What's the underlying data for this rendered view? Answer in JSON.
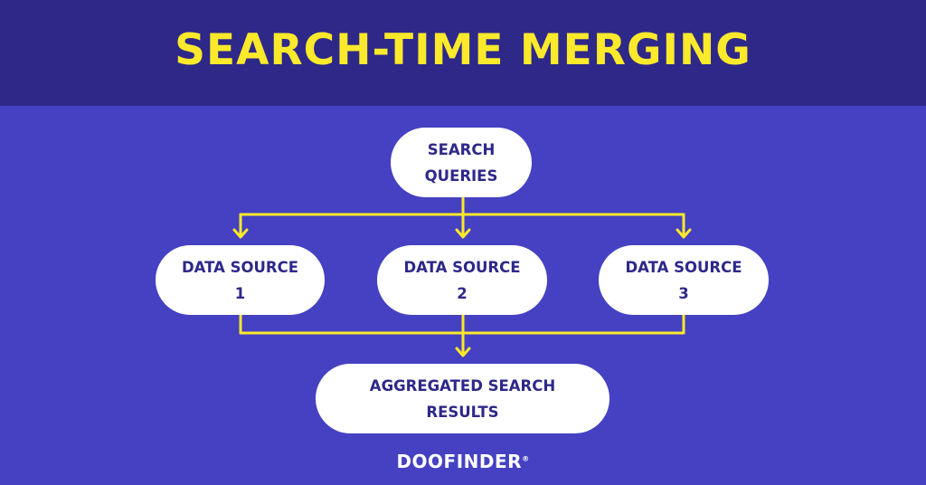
{
  "header": {
    "title": "SEARCH-TIME MERGING"
  },
  "nodes": {
    "queries": "SEARCH\nQUERIES",
    "source_1": "DATA SOURCE\n1",
    "source_2": "DATA SOURCE\n2",
    "source_3": "DATA SOURCE\n3",
    "aggregated": "AGGREGATED SEARCH\nRESULTS"
  },
  "logo": {
    "text": "DOOFINDER",
    "mark": "®"
  },
  "colors": {
    "background": "#4541c2",
    "header": "#2e2889",
    "accent": "#fbe92b",
    "node_fill": "#ffffff",
    "node_text": "#2e2889"
  }
}
